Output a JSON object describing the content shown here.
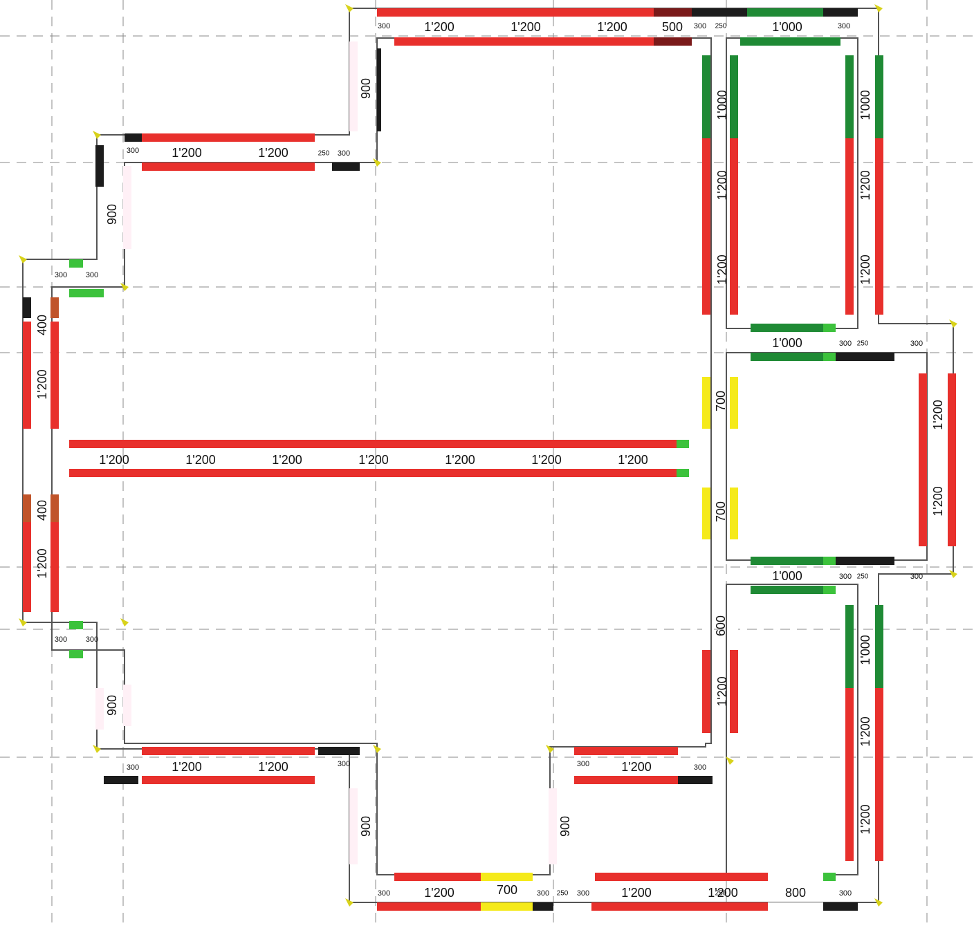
{
  "colors": {
    "panel_1200": "#e8302c",
    "panel_1000": "#1f8a35",
    "panel_700": "#f5ea1a",
    "panel_400": "#c0542a",
    "panel_500": "#7a1a1a",
    "panel_300": "#1c1c1c",
    "filler_green": "#3cc23c",
    "corner_yellow": "#d8d21a",
    "wall_outline": "#555555",
    "tie_magenta": "#cc3399",
    "grid": "#888888"
  },
  "dimension_labels": {
    "d1200": "1'200",
    "d1000": "1'000",
    "d900": "900",
    "d800": "800",
    "d700": "700",
    "d600": "600",
    "d500": "500",
    "d400": "400",
    "d300": "300",
    "d250": "250"
  }
}
